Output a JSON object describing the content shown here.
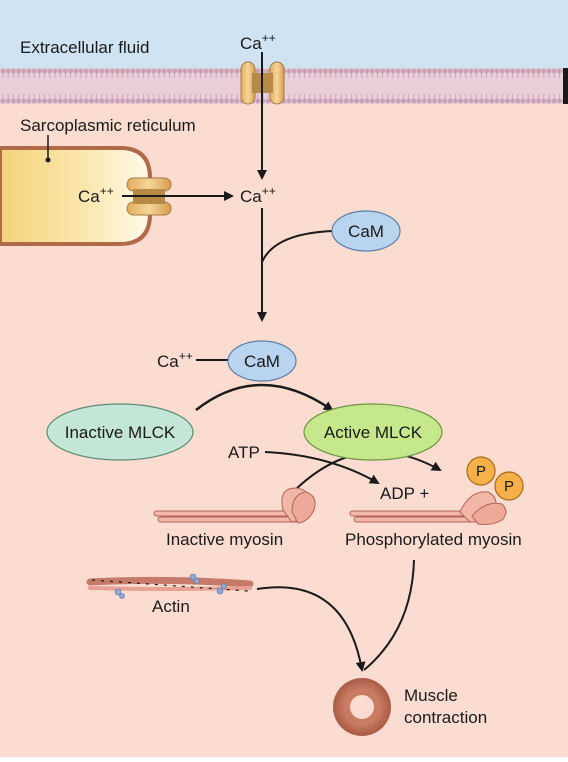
{
  "labels": {
    "extracellular_fluid": "Extracellular fluid",
    "sarcoplasmic_reticulum": "Sarcoplasmic reticulum",
    "ca_base": "Ca",
    "ca_charge": "++",
    "cam": "CaM",
    "inactive_mlck": "Inactive MLCK",
    "active_mlck": "Active MLCK",
    "atp": "ATP",
    "adp": "ADP +",
    "phosphate_symbol": "P",
    "inactive_myosin": "Inactive myosin",
    "phosphorylated_myosin": "Phosphorylated myosin",
    "actin": "Actin",
    "muscle_contraction_line1": "Muscle",
    "muscle_contraction_line2": "contraction"
  },
  "colors": {
    "extracellular": "#cfe3f3",
    "cytoplasm": "#fbdcd0",
    "membrane_head": "#c9a0b5",
    "membrane_tail": "#e9cfda",
    "sr_fill_dark": "#f5d27a",
    "sr_fill_light": "#fffbea",
    "sr_border": "#b06a48",
    "channel_light": "#f0c27a",
    "channel_dark": "#b98a45",
    "cam_fill": "#b9d4ee",
    "inactive_mlck_fill": "#c4e6d6",
    "active_mlck_fill": "#c6e88c",
    "phosphate_fill": "#f5b04a",
    "myosin_fill": "#f2b7a7",
    "myosin_stroke": "#b5645a",
    "contraction_ring": "#b86a53",
    "arrow": "#1a1a1a"
  }
}
